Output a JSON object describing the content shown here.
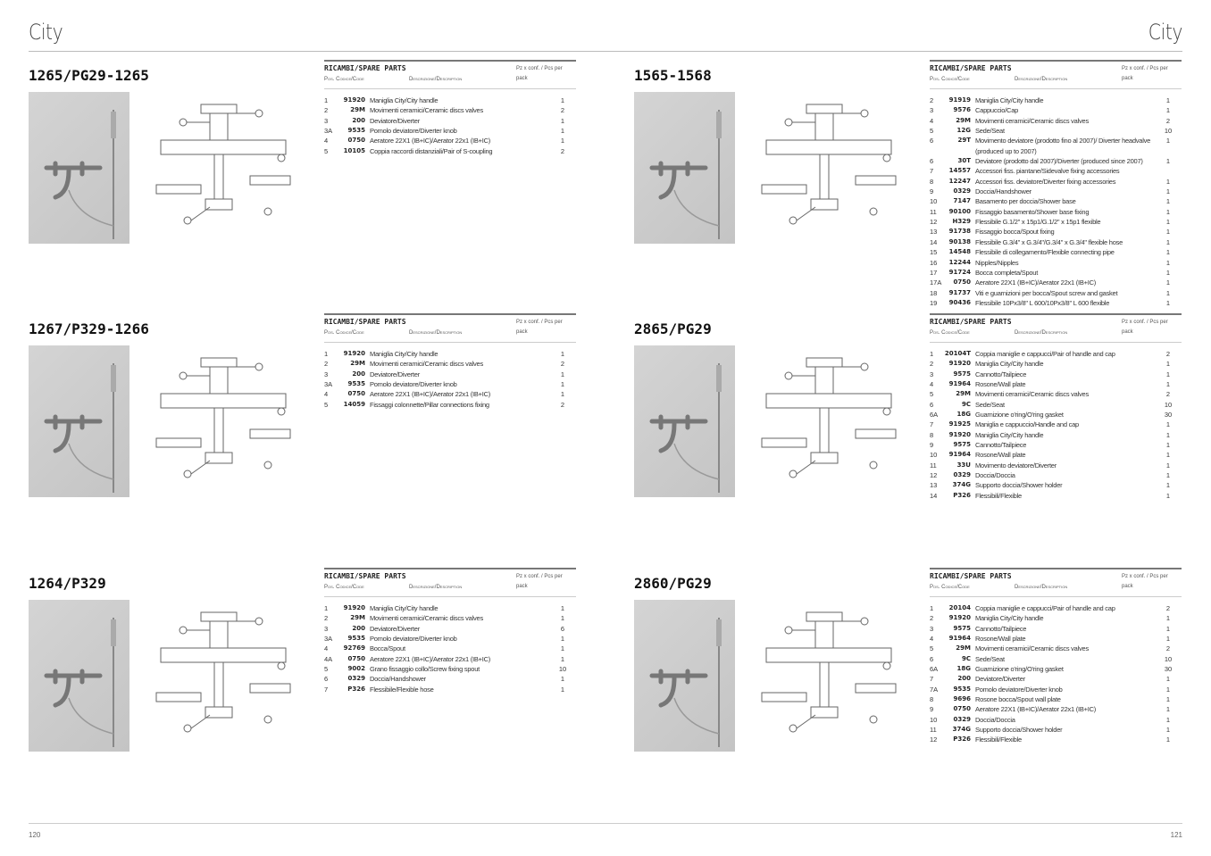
{
  "header": {
    "brand_left": "City",
    "brand_right": "City"
  },
  "footer": {
    "page_left": "120",
    "page_right": "121"
  },
  "table_header": {
    "title": "RICAMBI/SPARE PARTS",
    "pos_code": "Pos. Codice/Code",
    "description": "Descrizione/Description",
    "pcs": "Pz x conf. / Pcs per pack"
  },
  "sections": [
    {
      "title": "1265/PG29-1265",
      "rows": [
        {
          "pos": "1",
          "code": "91920",
          "desc": "Maniglia City/City handle",
          "qty": "1"
        },
        {
          "pos": "2",
          "code": "29M",
          "desc": "Movimenti ceramici/Ceramic discs valves",
          "qty": "2"
        },
        {
          "pos": "3",
          "code": "200",
          "desc": "Deviatore/Diverter",
          "qty": "1"
        },
        {
          "pos": "3A",
          "code": "9535",
          "desc": "Pomolo deviatore/Diverter knob",
          "qty": "1"
        },
        {
          "pos": "4",
          "code": "0750",
          "desc": "Aeratore 22X1 (IB+IC)/Aerator 22x1 (IB+IC)",
          "qty": "1"
        },
        {
          "pos": "5",
          "code": "10105",
          "desc": "Coppia raccordi distanziali/Pair of S-coupling",
          "qty": "2"
        }
      ]
    },
    {
      "title": "1267/P329-1266",
      "rows": [
        {
          "pos": "1",
          "code": "91920",
          "desc": "Maniglia City/City handle",
          "qty": "1"
        },
        {
          "pos": "2",
          "code": "29M",
          "desc": "Movimenti ceramici/Ceramic discs valves",
          "qty": "2"
        },
        {
          "pos": "3",
          "code": "200",
          "desc": "Deviatore/Diverter",
          "qty": "1"
        },
        {
          "pos": "3A",
          "code": "9535",
          "desc": "Pomolo deviatore/Diverter knob",
          "qty": "1"
        },
        {
          "pos": "4",
          "code": "0750",
          "desc": "Aeratore 22X1 (IB+IC)/Aerator 22x1 (IB+IC)",
          "qty": "1"
        },
        {
          "pos": "5",
          "code": "14059",
          "desc": "Fissaggi colonnette/Pillar connections fixing",
          "qty": "2"
        }
      ]
    },
    {
      "title": "1264/P329",
      "rows": [
        {
          "pos": "1",
          "code": "91920",
          "desc": "Maniglia City/City handle",
          "qty": "1"
        },
        {
          "pos": "2",
          "code": "29M",
          "desc": "Movimenti ceramici/Ceramic discs valves",
          "qty": "1"
        },
        {
          "pos": "3",
          "code": "200",
          "desc": "Deviatore/Diverter",
          "qty": "6"
        },
        {
          "pos": "3A",
          "code": "9535",
          "desc": "Pomolo deviatore/Diverter knob",
          "qty": "1"
        },
        {
          "pos": "4",
          "code": "92769",
          "desc": "Bocca/Spout",
          "qty": "1"
        },
        {
          "pos": "4A",
          "code": "0750",
          "desc": "Aeratore 22X1 (IB+IC)/Aerator 22x1 (IB+IC)",
          "qty": "1"
        },
        {
          "pos": "5",
          "code": "9002",
          "desc": "Grano fissaggio collo/Screw fixing spout",
          "qty": "10"
        },
        {
          "pos": "6",
          "code": "0329",
          "desc": "Doccia/Handshower",
          "qty": "1"
        },
        {
          "pos": "7",
          "code": "P326",
          "desc": "Flessibile/Flexible hose",
          "qty": "1"
        }
      ]
    },
    {
      "title": "1565-1568",
      "rows": [
        {
          "pos": "2",
          "code": "91919",
          "desc": "Maniglia City/City handle",
          "qty": "1"
        },
        {
          "pos": "3",
          "code": "9576",
          "desc": "Cappuccio/Cap",
          "qty": "1"
        },
        {
          "pos": "4",
          "code": "29M",
          "desc": "Movimenti ceramici/Ceramic discs valves",
          "qty": "2"
        },
        {
          "pos": "5",
          "code": "12G",
          "desc": "Sede/Seat",
          "qty": "10"
        },
        {
          "pos": "6",
          "code": "29T",
          "desc": "Movimento deviatore (prodotto fino al 2007)/ Diverter headvalve (produced up to 2007)",
          "qty": "1"
        },
        {
          "pos": "6",
          "code": "30T",
          "desc": "Deviatore (prodotto dal 2007)/Diverter (produced since 2007)",
          "qty": "1"
        },
        {
          "pos": "7",
          "code": "14557",
          "desc": "Accessori fiss. piantane/Sidevalve fixing accessories",
          "qty": ""
        },
        {
          "pos": "8",
          "code": "12247",
          "desc": "Accessori fiss. deviatore/Diverter fixing accessories",
          "qty": "1"
        },
        {
          "pos": "9",
          "code": "0329",
          "desc": "Doccia/Handshower",
          "qty": "1"
        },
        {
          "pos": "10",
          "code": "7147",
          "desc": "Basamento per doccia/Shower base",
          "qty": "1"
        },
        {
          "pos": "11",
          "code": "90100",
          "desc": "Fissaggio basamento/Shower base fixing",
          "qty": "1"
        },
        {
          "pos": "12",
          "code": "H329",
          "desc": "Flessibile G.1/2\" x 15p1/G.1/2\" x 15p1 flexible",
          "qty": "1"
        },
        {
          "pos": "13",
          "code": "91738",
          "desc": "Fissaggio bocca/Spout fixing",
          "qty": "1"
        },
        {
          "pos": "14",
          "code": "90138",
          "desc": "Flessibile G.3/4\" x G.3/4\"/G.3/4\" x G.3/4\" flexible hose",
          "qty": "1"
        },
        {
          "pos": "15",
          "code": "14548",
          "desc": "Flessibile di collegamento/Flexible connecting pipe",
          "qty": "1"
        },
        {
          "pos": "16",
          "code": "12244",
          "desc": "Nipples/Nipples",
          "qty": "1"
        },
        {
          "pos": "17",
          "code": "91724",
          "desc": "Bocca completa/Spout",
          "qty": "1"
        },
        {
          "pos": "17A",
          "code": "0750",
          "desc": "Aeratore 22X1 (IB+IC)/Aerator 22x1 (IB+IC)",
          "qty": "1"
        },
        {
          "pos": "18",
          "code": "91737",
          "desc": "Viti e guarnizioni per bocca/Spout screw and gasket",
          "qty": "1"
        },
        {
          "pos": "19",
          "code": "90436",
          "desc": "Flessibile 10Px3/8\" L 600/10Px3/8\" L 600 flexible",
          "qty": "1"
        }
      ]
    },
    {
      "title": "2865/PG29",
      "rows": [
        {
          "pos": "1",
          "code": "20104T",
          "desc": "Coppia maniglie e cappucci/Pair of handle and cap",
          "qty": "2"
        },
        {
          "pos": "2",
          "code": "91920",
          "desc": "Maniglia City/City handle",
          "qty": "1"
        },
        {
          "pos": "3",
          "code": "9575",
          "desc": "Cannotto/Tailpiece",
          "qty": "1"
        },
        {
          "pos": "4",
          "code": "91964",
          "desc": "Rosone/Wall plate",
          "qty": "1"
        },
        {
          "pos": "5",
          "code": "29M",
          "desc": "Movimenti ceramici/Ceramic discs valves",
          "qty": "2"
        },
        {
          "pos": "6",
          "code": "9C",
          "desc": "Sede/Seat",
          "qty": "10"
        },
        {
          "pos": "6A",
          "code": "18G",
          "desc": "Guarnizione o'ring/O'ring gasket",
          "qty": "30"
        },
        {
          "pos": "7",
          "code": "91925",
          "desc": "Maniglia e cappuccio/Handle and cap",
          "qty": "1"
        },
        {
          "pos": "8",
          "code": "91920",
          "desc": "Maniglia City/City handle",
          "qty": "1"
        },
        {
          "pos": "9",
          "code": "9575",
          "desc": "Cannotto/Tailpiece",
          "qty": "1"
        },
        {
          "pos": "10",
          "code": "91964",
          "desc": "Rosone/Wall plate",
          "qty": "1"
        },
        {
          "pos": "11",
          "code": "33U",
          "desc": "Movimento deviatore/Diverter",
          "qty": "1"
        },
        {
          "pos": "12",
          "code": "0329",
          "desc": "Doccia/Doccia",
          "qty": "1"
        },
        {
          "pos": "13",
          "code": "374G",
          "desc": "Supporto doccia/Shower holder",
          "qty": "1"
        },
        {
          "pos": "14",
          "code": "P326",
          "desc": "Flessibili/Flexible",
          "qty": "1"
        }
      ]
    },
    {
      "title": "2860/PG29",
      "rows": [
        {
          "pos": "1",
          "code": "20104",
          "desc": "Coppia maniglie e cappucci/Pair of handle and cap",
          "qty": "2"
        },
        {
          "pos": "2",
          "code": "91920",
          "desc": "Maniglia City/City handle",
          "qty": "1"
        },
        {
          "pos": "3",
          "code": "9575",
          "desc": "Cannotto/Tailpiece",
          "qty": "1"
        },
        {
          "pos": "4",
          "code": "91964",
          "desc": "Rosone/Wall plate",
          "qty": "1"
        },
        {
          "pos": "5",
          "code": "29M",
          "desc": "Movimenti ceramici/Ceramic discs valves",
          "qty": "2"
        },
        {
          "pos": "6",
          "code": "9C",
          "desc": "Sede/Seat",
          "qty": "10"
        },
        {
          "pos": "6A",
          "code": "18G",
          "desc": "Guarnizione o'ring/O'ring gasket",
          "qty": "30"
        },
        {
          "pos": "7",
          "code": "200",
          "desc": "Deviatore/Diverter",
          "qty": "1"
        },
        {
          "pos": "7A",
          "code": "9535",
          "desc": "Pomolo deviatore/Diverter knob",
          "qty": "1"
        },
        {
          "pos": "8",
          "code": "9696",
          "desc": "Rosone bocca/Spout wall plate",
          "qty": "1"
        },
        {
          "pos": "9",
          "code": "0750",
          "desc": "Aeratore 22X1 (IB+IC)/Aerator 22x1 (IB+IC)",
          "qty": "1"
        },
        {
          "pos": "10",
          "code": "0329",
          "desc": "Doccia/Doccia",
          "qty": "1"
        },
        {
          "pos": "11",
          "code": "374G",
          "desc": "Supporto doccia/Shower holder",
          "qty": "1"
        },
        {
          "pos": "12",
          "code": "P326",
          "desc": "Flessibili/Flexible",
          "qty": "1"
        }
      ]
    }
  ]
}
